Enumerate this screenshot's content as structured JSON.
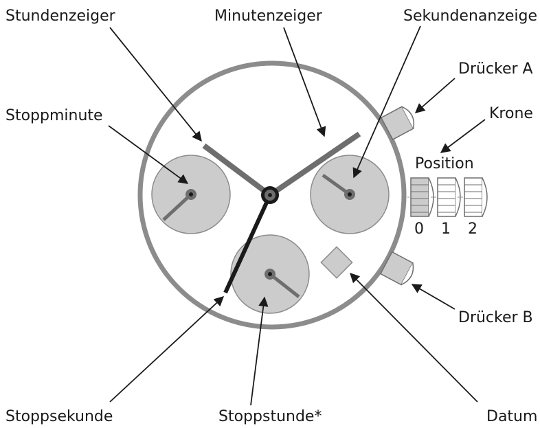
{
  "labels": {
    "hour_hand": "Stundenzeiger",
    "minute_hand": "Minutenzeiger",
    "seconds_display": "Sekundenanzeige",
    "pusher_a": "Drücker A",
    "stop_minute": "Stoppminute",
    "crown": "Krone",
    "position": "Position",
    "pos_0": "0",
    "pos_1": "1",
    "pos_2": "2",
    "pusher_b": "Drücker B",
    "stop_second": "Stoppsekunde",
    "stop_hour": "Stoppstunde*",
    "date": "Datum"
  },
  "colors": {
    "case": "#8c8c8c",
    "subdial": "#cccccc",
    "hands": "#6e6e6e",
    "stop_second_hand": "#1a1a1a",
    "pointer": "#1a1a1a"
  }
}
